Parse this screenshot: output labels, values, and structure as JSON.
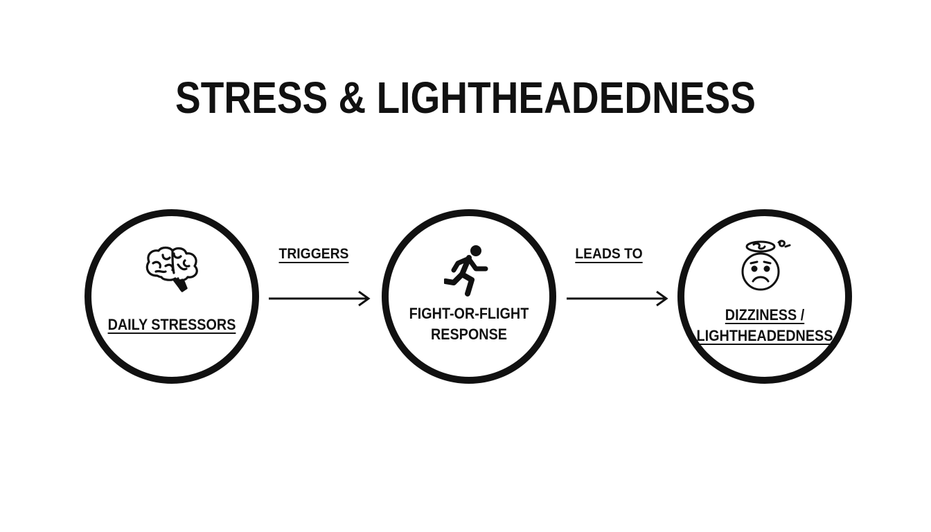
{
  "title": "STRESS & LIGHTHEADEDNESS",
  "nodes": [
    {
      "id": "stressors",
      "icon": "brain-icon",
      "label": "DAILY STRESSORS"
    },
    {
      "id": "response",
      "icon": "running-person-icon",
      "label_line1": "FIGHT-OR-FLIGHT",
      "label_line2": "RESPONSE"
    },
    {
      "id": "dizziness",
      "icon": "dizzy-face-icon",
      "label_line1": "DIZZINESS /",
      "label_line2": "LIGHTHEADEDNESS"
    }
  ],
  "connectors": [
    {
      "label": "TRIGGERS"
    },
    {
      "label": "LEADS TO"
    }
  ],
  "colors": {
    "ink": "#111111",
    "background": "#ffffff"
  }
}
